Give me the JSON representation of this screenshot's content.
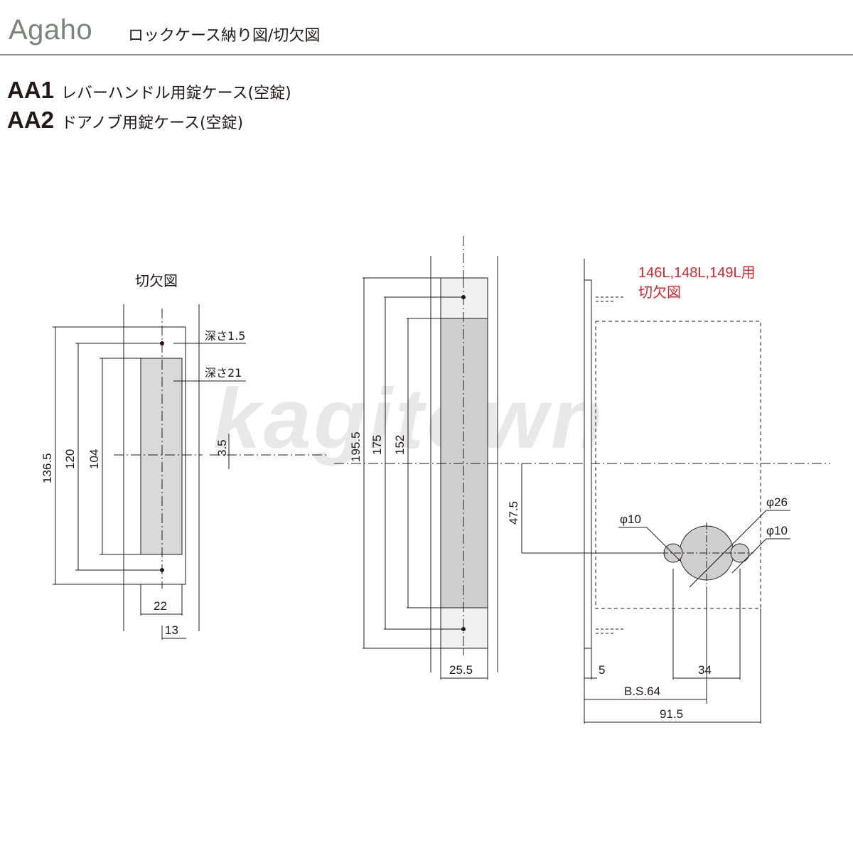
{
  "header": {
    "brand": "Agaho",
    "subtitle": "ロックケース納り図/切欠図"
  },
  "models": [
    {
      "code": "AA1",
      "description": "レバーハンドル用錠ケース(空錠)"
    },
    {
      "code": "AA2",
      "description": "ドアノブ用錠ケース(空錠)"
    }
  ],
  "cutout_view": {
    "title": "切欠図",
    "depth_shallow": "深さ1.5",
    "depth_deep": "深さ21",
    "dim_height_total": "136.5",
    "dim_height_screw": "120",
    "dim_height_pocket": "104",
    "dim_offset": "3.5",
    "dim_width_pocket": "22",
    "dim_width_half": "13"
  },
  "front_view": {
    "dim_height_total": "195.5",
    "dim_height_screw": "175",
    "dim_height_case": "152",
    "dim_width": "25.5"
  },
  "side_view": {
    "note_line1": "146L,148L,149L用",
    "note_line2": "切欠図",
    "dim_center_offset": "47.5",
    "dia_small_left": "φ10",
    "dia_large": "φ26",
    "dia_small_right": "φ10",
    "dim_faceplate": "5",
    "dim_hole_spacing": "34",
    "dim_backset": "B.S.64",
    "dim_depth": "91.5",
    "note_color": "#d7262d"
  },
  "watermark": "kagitown"
}
